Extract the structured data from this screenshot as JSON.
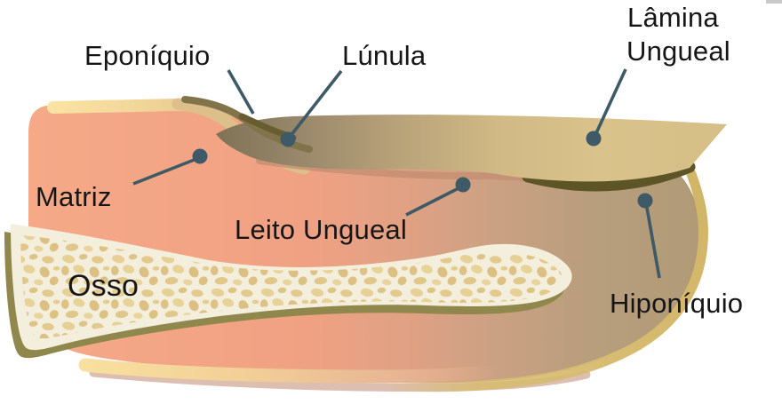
{
  "diagram": {
    "labels": {
      "eponiquio": "Eponíquio",
      "lunula": "Lúnula",
      "lamina_line1": "Lâmina",
      "lamina_line2": "Ungueal",
      "matriz": "Matriz",
      "leito": "Leito Ungueal",
      "osso": "Osso",
      "hiponiquio": "Hiponíquio"
    },
    "colors": {
      "text": "#161616",
      "callout": "#3D5A66",
      "skin": "#F5A987",
      "skin_tip": "#B09A76",
      "nail_light": "#D9C28B",
      "nail_dark": "#7F7254",
      "cuticle_olive": "#82744A",
      "under_nail_dark": "#5E5527",
      "fingertip_rim": "#D6BB70",
      "band_light": "#FBE4A4",
      "bone_cream": "#F4EEDC",
      "bone_blob": "#DFC98E",
      "bone_shadow": "#8F874C"
    }
  }
}
